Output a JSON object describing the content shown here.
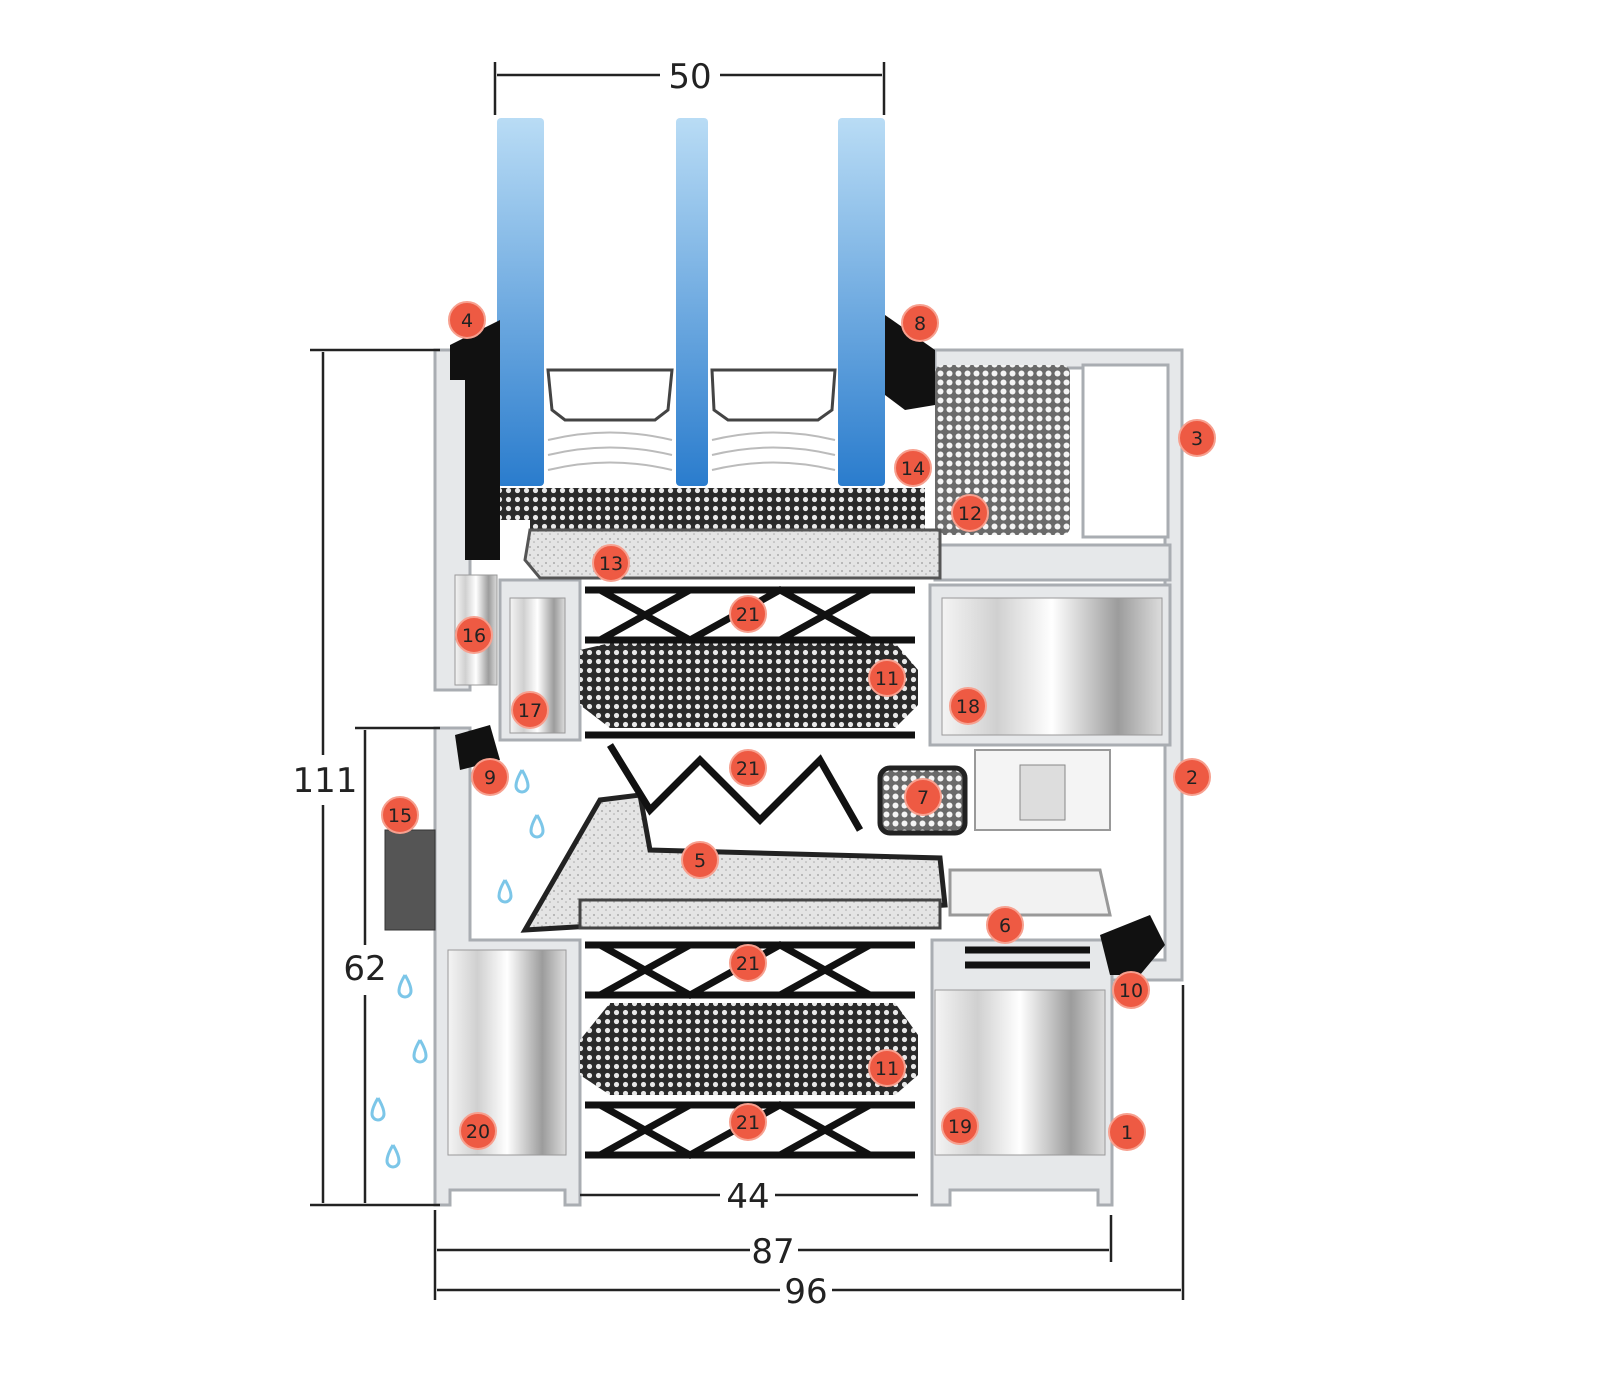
{
  "dimensions": {
    "glazing_width": "50",
    "frame_height": "111",
    "sash_height": "62",
    "insulation_width": "44",
    "sash_depth": "87",
    "frame_depth": "96"
  },
  "markers": [
    "4",
    "8",
    "3",
    "14",
    "12",
    "13",
    "21",
    "16",
    "11",
    "17",
    "18",
    "21",
    "9",
    "2",
    "7",
    "15",
    "5",
    "6",
    "21",
    "10",
    "11",
    "21",
    "20",
    "19",
    "1"
  ],
  "colors": {
    "marker": "#ee5a43",
    "glass_top": "#a9d2f2",
    "glass_bottom": "#2d7fd0",
    "profile": "#e6e8ea",
    "water_drop": "#7cc6e8"
  }
}
